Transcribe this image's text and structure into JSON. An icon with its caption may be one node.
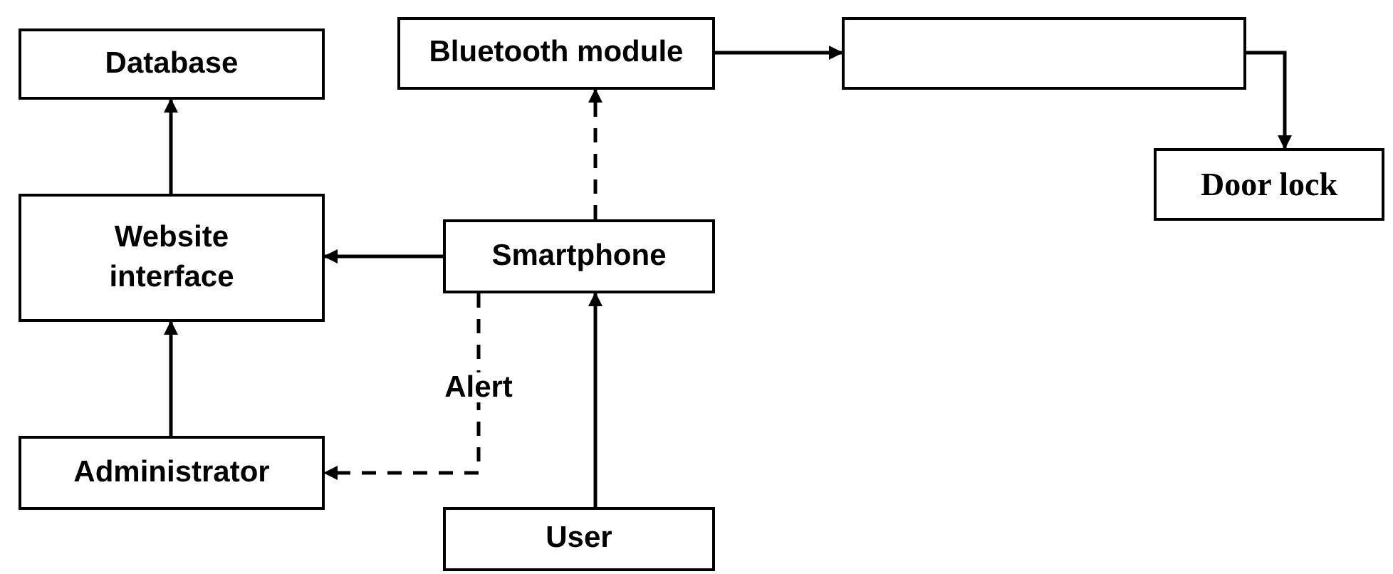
{
  "diagram": {
    "nodes": [
      {
        "text": [
          "Database"
        ]
      },
      {
        "text": [
          "Bluetooth module"
        ]
      },
      {
        "text": [],
        "shape": "box"
      },
      {
        "text": [
          "Door lock"
        ]
      },
      {
        "text": [
          "Website interface"
        ]
      },
      {
        "text": [
          "Smartphone"
        ]
      },
      {
        "text": [
          "Administrator"
        ]
      },
      {
        "text": [
          "User"
        ]
      }
    ],
    "edges": [
      {
        "from": 4,
        "to": 0,
        "arrow": "to"
      },
      {
        "from": 5,
        "to": 1,
        "arrow": "to",
        "style": "dashed"
      },
      {
        "from": 1,
        "to": 2,
        "arrow": "to"
      },
      {
        "from": 2,
        "to": 3,
        "arrow": "to"
      },
      {
        "from": 5,
        "to": 4,
        "arrow": "to"
      },
      {
        "from": 6,
        "to": 4,
        "arrow": "to"
      },
      {
        "from": 5,
        "to": 6,
        "arrow": "to",
        "style": "dashed",
        "label": "Alert"
      },
      {
        "from": 7,
        "to": 5,
        "arrow": "to"
      }
    ]
  }
}
